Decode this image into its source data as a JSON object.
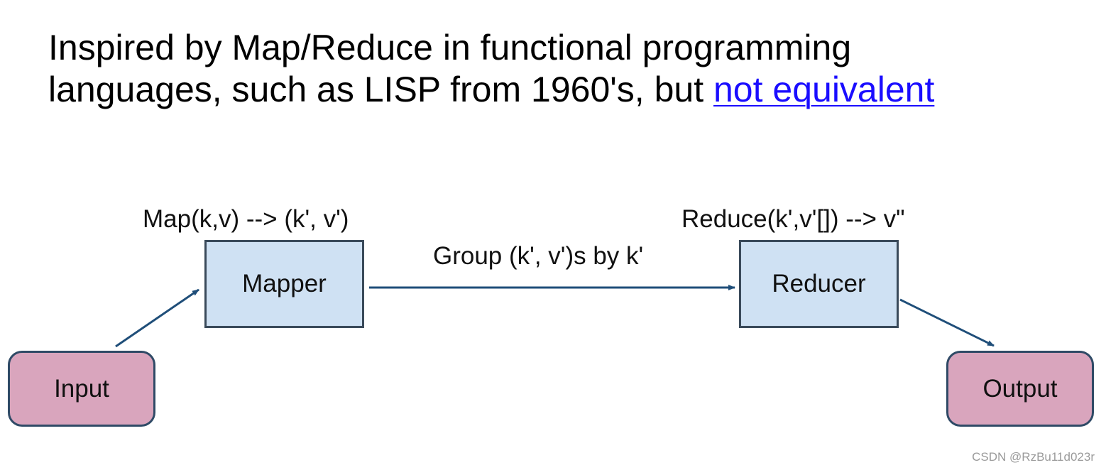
{
  "heading": {
    "line1": "Inspired by Map/Reduce in functional programming",
    "line2_prefix": "languages,  such as LISP from 1960's,  but ",
    "link_text": "not equivalent"
  },
  "diagram": {
    "map_signature": "Map(k,v) --> (k', v')",
    "reduce_signature": "Reduce(k',v'[]) --> v\"",
    "group_label": "Group (k', v')s by k'",
    "nodes": {
      "input": "Input",
      "mapper": "Mapper",
      "reducer": "Reducer",
      "output": "Output"
    },
    "colors": {
      "process_fill": "#cfe1f3",
      "terminal_fill": "#d9a5bd",
      "arrow": "#1f4e79",
      "link": "#1a0dff"
    }
  },
  "watermark": "CSDN @RzBu11d023r"
}
